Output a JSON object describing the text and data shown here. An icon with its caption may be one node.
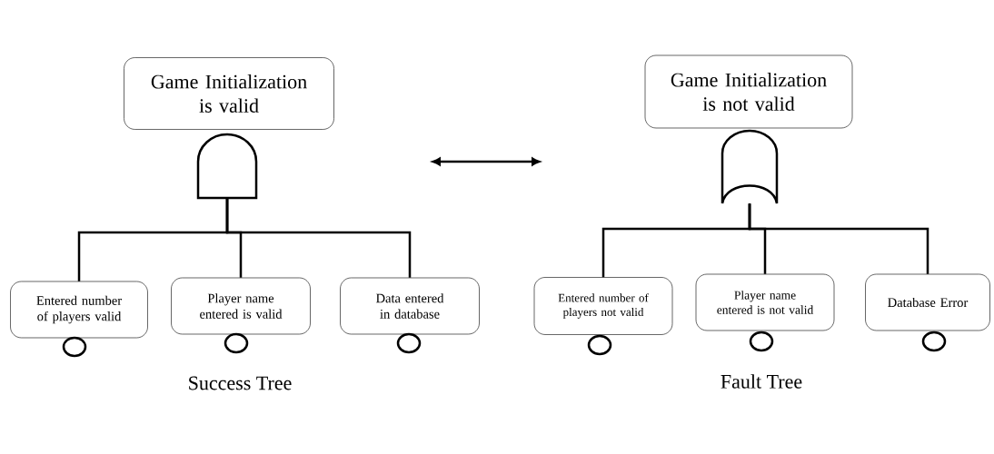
{
  "diagram": {
    "nodes": [
      {
        "text": [
          "Game Initialization is valid"
        ]
      },
      {
        "text": [],
        "shape": "and-gate"
      },
      {
        "text": [
          "Entered number of players valid"
        ]
      },
      {
        "text": [
          "Player name entered is valid"
        ]
      },
      {
        "text": [
          "Data entered in database"
        ]
      },
      {
        "text": [],
        "shape": "circle"
      },
      {
        "text": [],
        "shape": "circle"
      },
      {
        "text": [],
        "shape": "circle"
      },
      {
        "text": [
          "Game Initialization is not valid"
        ]
      },
      {
        "text": [],
        "shape": "or-gate"
      },
      {
        "text": [
          "Entered number of players not valid"
        ]
      },
      {
        "text": [
          "Player name entered is not valid"
        ]
      },
      {
        "text": [
          "Database Error"
        ]
      },
      {
        "text": [],
        "shape": "circle"
      },
      {
        "text": [],
        "shape": "circle"
      },
      {
        "text": [],
        "shape": "circle"
      }
    ],
    "edges": [
      {
        "from": 1,
        "to": 2,
        "arrow": "none"
      },
      {
        "from": 1,
        "to": 3,
        "arrow": "none"
      },
      {
        "from": 1,
        "to": 4,
        "arrow": "none"
      },
      {
        "from": 9,
        "to": 10,
        "arrow": "none"
      },
      {
        "from": 9,
        "to": 11,
        "arrow": "none"
      },
      {
        "from": 9,
        "to": 12,
        "arrow": "none"
      }
    ],
    "labels": [
      "Success Tree",
      "Fault Tree"
    ]
  }
}
